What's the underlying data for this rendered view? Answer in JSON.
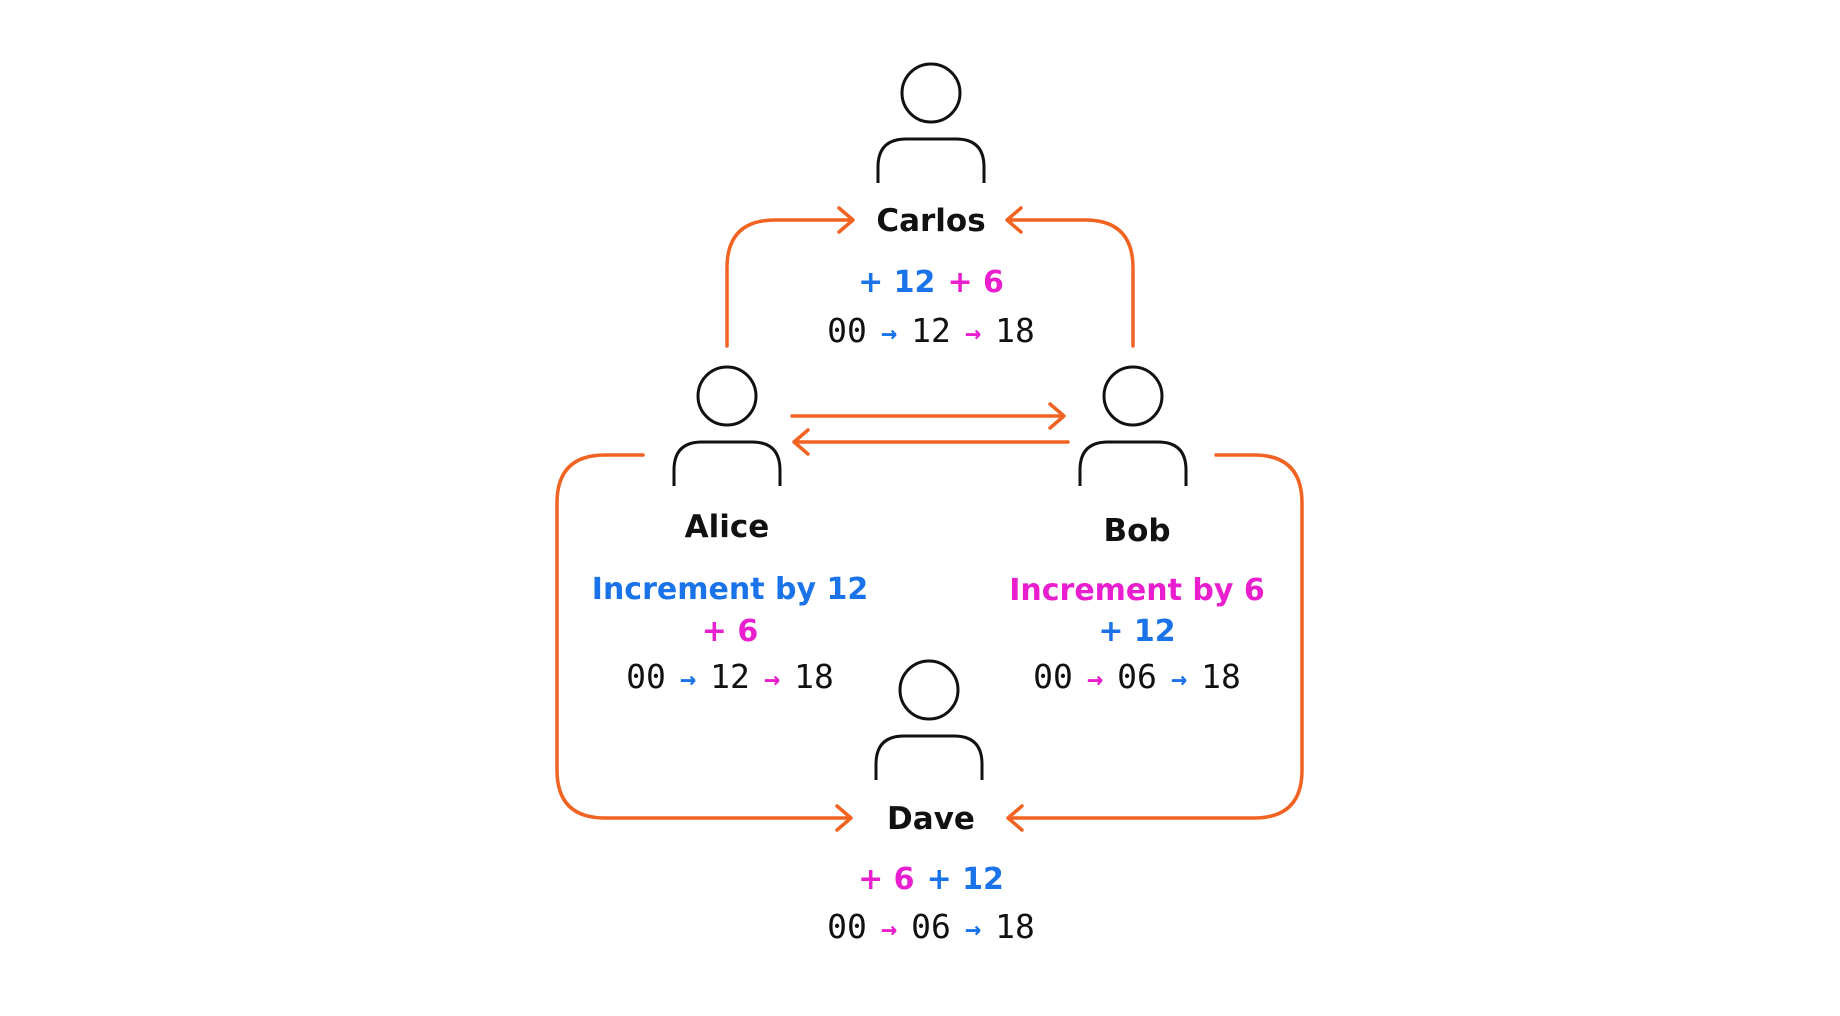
{
  "colors": {
    "blue": "#1a73e8",
    "pink": "#e91ecf",
    "orange": "#f26322",
    "ink": "#111111"
  },
  "icons": {
    "person": "person-icon",
    "arrow": "arrow-right-icon"
  },
  "nodes": {
    "carlos": {
      "name": "Carlos",
      "op_first": "+ 12",
      "op_second": "+ 6",
      "seq": [
        "00",
        "12",
        "18"
      ]
    },
    "alice": {
      "name": "Alice",
      "headline": "Increment by 12",
      "op": "+ 6",
      "seq": [
        "00",
        "12",
        "18"
      ]
    },
    "bob": {
      "name": "Bob",
      "headline": "Increment by 6",
      "op": "+ 12",
      "seq": [
        "00",
        "06",
        "18"
      ]
    },
    "dave": {
      "name": "Dave",
      "op_first": "+ 6",
      "op_second": "+ 12",
      "seq": [
        "00",
        "06",
        "18"
      ]
    }
  },
  "arrow_glyph": "→"
}
